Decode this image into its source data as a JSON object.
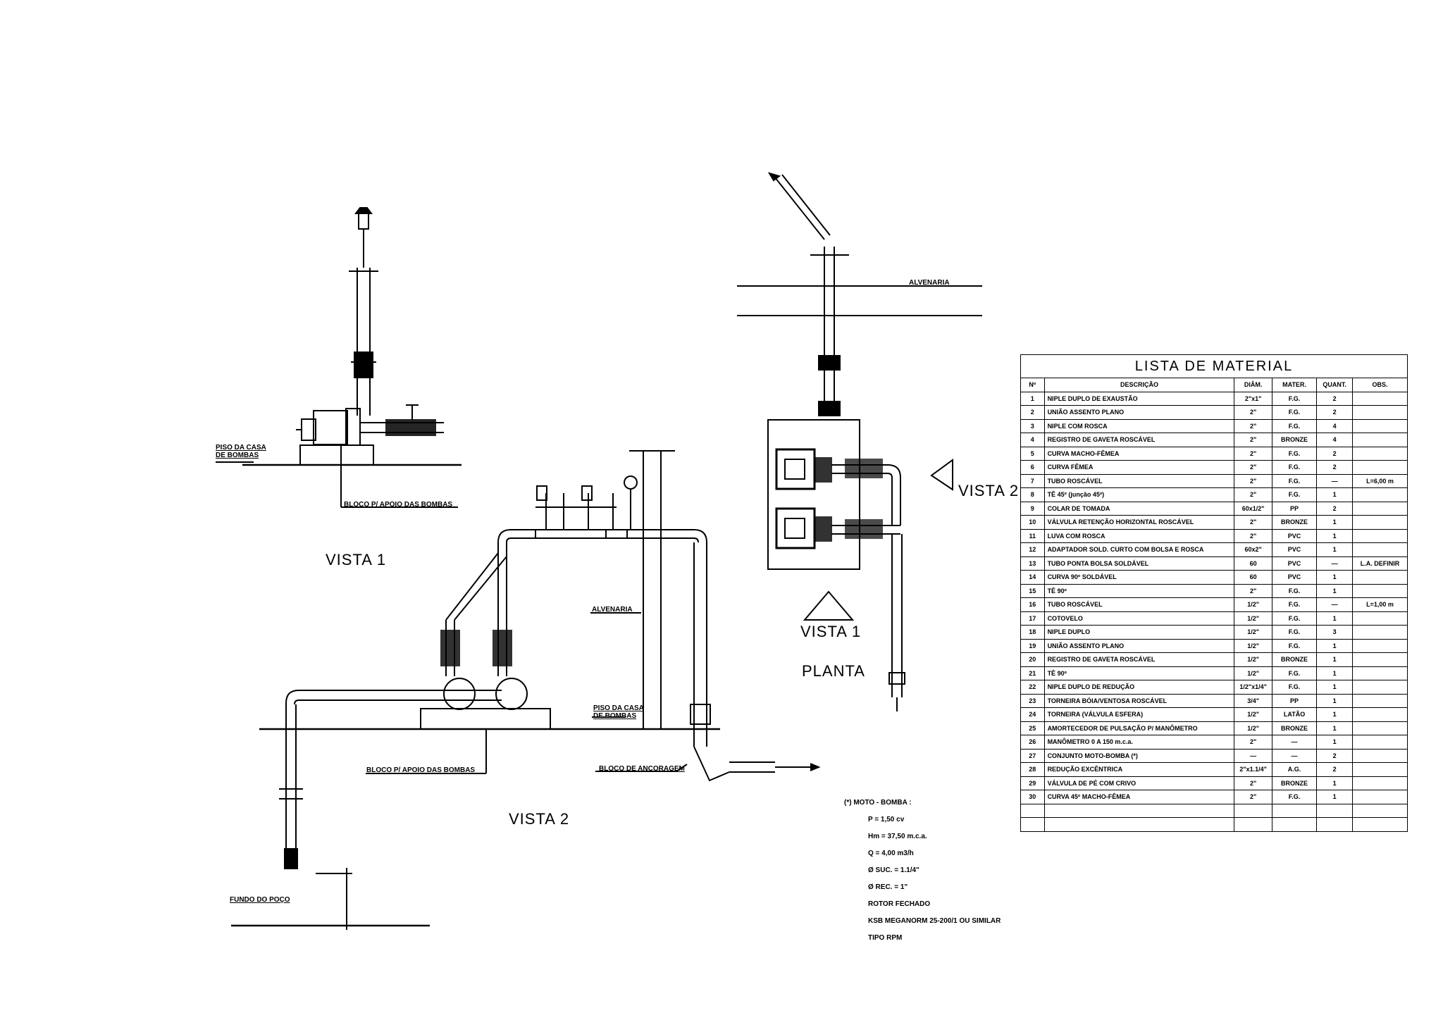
{
  "views": {
    "vista1_title": "VISTA 1",
    "vista2_title": "VISTA 2",
    "planta_title": "PLANTA",
    "planta_vista1": "VISTA 1",
    "planta_vista2": "VISTA 2"
  },
  "labels": {
    "piso_casa_bombas": "PISO DA CASA\nDE BOMBAS",
    "bloco_apoio_v1": "BLOCO P/ APOIO DAS BOMBAS",
    "alvenaria_v2": "ALVENARIA",
    "piso_casa_v2": "PISO DA CASA\nDE BOMBAS",
    "bloco_apoio_v2": "BLOCO P/ APOIO DAS BOMBAS",
    "bloco_ancoragem": "BLOCO DE ANCORAGEM",
    "fundo_poco": "FUNDO DO POÇO",
    "alvenaria_planta": "ALVENARIA"
  },
  "table": {
    "title": "LISTA   DE   MATERIAL",
    "headers": [
      "Nº",
      "DESCRIÇÃO",
      "DIÂM.",
      "MATER.",
      "QUANT.",
      "OBS."
    ],
    "rows": [
      [
        "1",
        "NIPLE DUPLO DE EXAUSTÃO",
        "2\"x1\"",
        "F.G.",
        "2",
        ""
      ],
      [
        "2",
        "UNIÃO ASSENTO PLANO",
        "2\"",
        "F.G.",
        "2",
        ""
      ],
      [
        "3",
        "NIPLE COM ROSCA",
        "2\"",
        "F.G.",
        "4",
        ""
      ],
      [
        "4",
        "REGISTRO DE GAVETA ROSCÁVEL",
        "2\"",
        "BRONZE",
        "4",
        ""
      ],
      [
        "5",
        "CURVA MACHO-FÊMEA",
        "2\"",
        "F.G.",
        "2",
        ""
      ],
      [
        "6",
        "CURVA FÊMEA",
        "2\"",
        "F.G.",
        "2",
        ""
      ],
      [
        "7",
        "TUBO ROSCÁVEL",
        "2\"",
        "F.G.",
        "—",
        "L=6,00 m"
      ],
      [
        "8",
        "TÊ 45º (junção 45º)",
        "2\"",
        "F.G.",
        "1",
        ""
      ],
      [
        "9",
        "COLAR DE TOMADA",
        "60x1/2\"",
        "PP",
        "2",
        ""
      ],
      [
        "10",
        "VÁLVULA RETENÇÃO HORIZONTAL ROSCÁVEL",
        "2\"",
        "BRONZE",
        "1",
        ""
      ],
      [
        "11",
        "LUVA COM ROSCA",
        "2\"",
        "PVC",
        "1",
        ""
      ],
      [
        "12",
        "ADAPTADOR SOLD. CURTO COM BOLSA E ROSCA",
        "60x2\"",
        "PVC",
        "1",
        ""
      ],
      [
        "13",
        "TUBO PONTA BOLSA SOLDÁVEL",
        "60",
        "PVC",
        "—",
        "L.A. DEFINIR"
      ],
      [
        "14",
        "CURVA 90º SOLDÁVEL",
        "60",
        "PVC",
        "1",
        ""
      ],
      [
        "15",
        "TÊ 90º",
        "2\"",
        "F.G.",
        "1",
        ""
      ],
      [
        "16",
        "TUBO ROSCÁVEL",
        "1/2\"",
        "F.G.",
        "—",
        "L=1,00 m"
      ],
      [
        "17",
        "COTOVELO",
        "1/2\"",
        "F.G.",
        "1",
        ""
      ],
      [
        "18",
        "NIPLE DUPLO",
        "1/2\"",
        "F.G.",
        "3",
        ""
      ],
      [
        "19",
        "UNIÃO ASSENTO PLANO",
        "1/2\"",
        "F.G.",
        "1",
        ""
      ],
      [
        "20",
        "REGISTRO DE GAVETA ROSCÁVEL",
        "1/2\"",
        "BRONZE",
        "1",
        ""
      ],
      [
        "21",
        "TÊ 90º",
        "1/2\"",
        "F.G.",
        "1",
        ""
      ],
      [
        "22",
        "NIPLE DUPLO DE REDUÇÃO",
        "1/2\"x1/4\"",
        "F.G.",
        "1",
        ""
      ],
      [
        "23",
        "TORNEIRA BÓIA/VENTOSA ROSCÁVEL",
        "3/4\"",
        "PP",
        "1",
        ""
      ],
      [
        "24",
        "TORNEIRA (VÁLVULA ESFERA)",
        "1/2\"",
        "LATÃO",
        "1",
        ""
      ],
      [
        "25",
        "AMORTECEDOR DE PULSAÇÃO P/ MANÔMETRO",
        "1/2\"",
        "BRONZE",
        "1",
        ""
      ],
      [
        "26",
        "MANÔMETRO 0 A 150 m.c.a.",
        "2\"",
        "—",
        "1",
        ""
      ],
      [
        "27",
        "CONJUNTO MOTO-BOMBA (*)",
        "—",
        "—",
        "2",
        ""
      ],
      [
        "28",
        "REDUÇÃO EXCÊNTRICA",
        "2\"x1.1/4\"",
        "A.G.",
        "2",
        ""
      ],
      [
        "29",
        "VÁLVULA DE PÉ COM CRIVO",
        "2\"",
        "BRONZE",
        "1",
        ""
      ],
      [
        "30",
        "CURVA 45º MACHO-FÊMEA",
        "2\"",
        "F.G.",
        "1",
        ""
      ],
      [
        "",
        "",
        "",
        "",
        "",
        ""
      ],
      [
        "",
        "",
        "",
        "",
        "",
        ""
      ]
    ]
  },
  "notes": {
    "l1": "(*) MOTO - BOMBA :",
    "l2": "P = 1,50 cv",
    "l3": "Hm = 37,50 m.c.a.",
    "l4": "Q = 4,00 m3/h",
    "l5": "Ø SUC. = 1.1/4\"",
    "l6": "Ø REC. = 1\"",
    "l7": "ROTOR FECHADO",
    "l8": "KSB MEGANORM 25-200/1 OU SIMILAR",
    "l9": "TIPO RPM"
  }
}
